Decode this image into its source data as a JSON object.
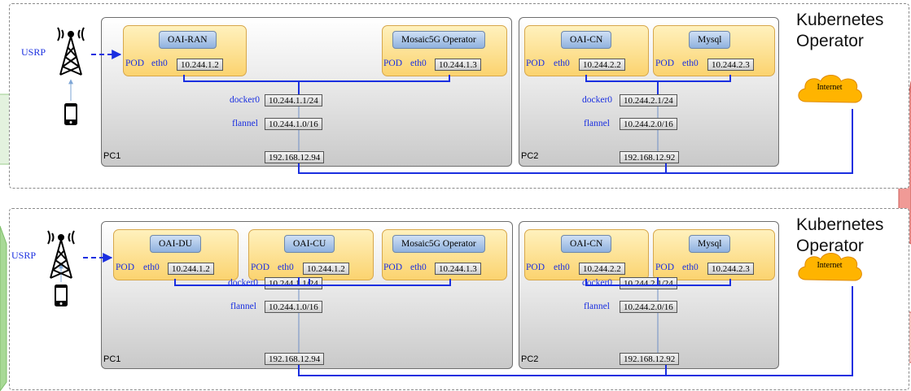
{
  "colors": {
    "link": "#1a2fe0",
    "pod_fill": "#fbd36f",
    "pod_title": "#8fb1de",
    "ip_fill": "#d9d9d9"
  },
  "icons": [
    "radio-tower-icon",
    "smartphone-icon",
    "cloud-icon"
  ],
  "panels": [
    {
      "operator_label": "Kubernetes Operator",
      "usrp": "USRP",
      "internet": "Internet",
      "pc1": {
        "label": "PC1",
        "pods": [
          {
            "title": "OAI-RAN",
            "pod": "POD",
            "iface": "eth0",
            "ip": "10.244.1.2"
          },
          {
            "title": "Mosaic5G Operator",
            "pod": "POD",
            "iface": "eth0",
            "ip": "10.244.1.3"
          }
        ],
        "docker0_label": "docker0",
        "docker0_ip": "10.244.1.1/24",
        "flannel_label": "flannel",
        "flannel_ip": "10.244.1.0/16",
        "host_ip": "192.168.12.94"
      },
      "pc2": {
        "label": "PC2",
        "pods": [
          {
            "title": "OAI-CN",
            "pod": "POD",
            "iface": "eth0",
            "ip": "10.244.2.2"
          },
          {
            "title": "Mysql",
            "pod": "POD",
            "iface": "eth0",
            "ip": "10.244.2.3"
          }
        ],
        "docker0_label": "docker0",
        "docker0_ip": "10.244.2.1/24",
        "flannel_label": "flannel",
        "flannel_ip": "10.244.2.0/16",
        "host_ip": "192.168.12.92"
      }
    },
    {
      "operator_label": "Kubernetes Operator",
      "usrp": "USRP",
      "internet": "Internet",
      "pc1": {
        "label": "PC1",
        "pods": [
          {
            "title": "OAI-DU",
            "pod": "POD",
            "iface": "eth0",
            "ip": "10.244.1.2"
          },
          {
            "title": "OAI-CU",
            "pod": "POD",
            "iface": "eth0",
            "ip": "10.244.1.2"
          },
          {
            "title": "Mosaic5G Operator",
            "pod": "POD",
            "iface": "eth0",
            "ip": "10.244.1.3"
          }
        ],
        "docker0_label": "docker0",
        "docker0_ip": "10.244.1.1/24",
        "flannel_label": "flannel",
        "flannel_ip": "10.244.1.0/16",
        "host_ip": "192.168.12.94"
      },
      "pc2": {
        "label": "PC2",
        "pods": [
          {
            "title": "OAI-CN",
            "pod": "POD",
            "iface": "eth0",
            "ip": "10.244.2.2"
          },
          {
            "title": "Mysql",
            "pod": "POD",
            "iface": "eth0",
            "ip": "10.244.2.3"
          }
        ],
        "docker0_label": "docker0",
        "docker0_ip": "10.244.2.1/24",
        "flannel_label": "flannel",
        "flannel_ip": "10.244.2.0/16",
        "host_ip": "192.168.12.92"
      }
    }
  ]
}
